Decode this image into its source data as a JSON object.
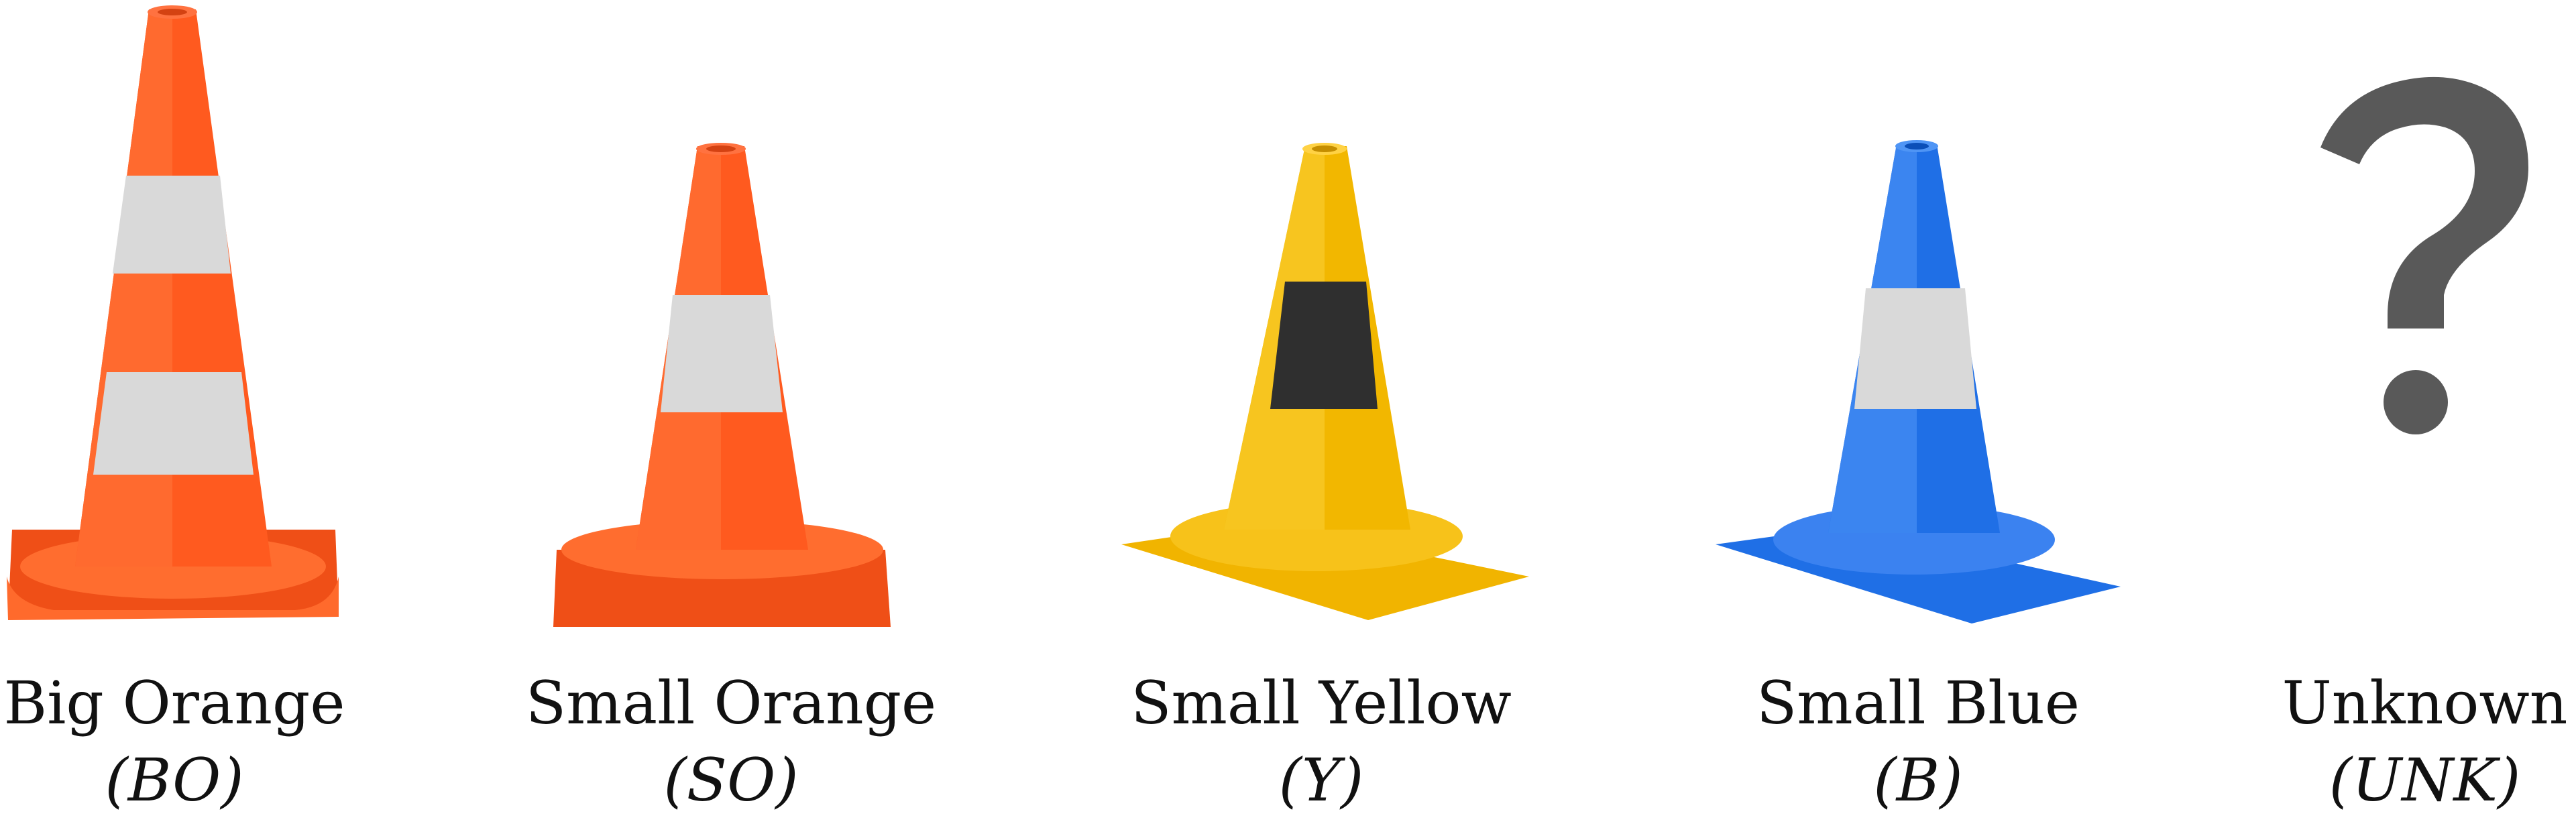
{
  "items": [
    {
      "name": "Big Orange",
      "code": "(BO)",
      "icon": "big-orange-cone-icon"
    },
    {
      "name": "Small Orange",
      "code": "(SO)",
      "icon": "small-orange-cone-icon"
    },
    {
      "name": "Small Yellow",
      "code": "(Y)",
      "icon": "small-yellow-cone-icon"
    },
    {
      "name": "Small Blue",
      "code": "(B)",
      "icon": "small-blue-cone-icon"
    },
    {
      "name": "Unknown",
      "code": "(UNK)",
      "icon": "question-mark-icon"
    }
  ],
  "colors": {
    "orange": "#ff5a1f",
    "orange_dark": "#e2410f",
    "white_band": "#d9d9d9",
    "yellow": "#f2b700",
    "yellow_dark": "#dca000",
    "black_band": "#2f2f2f",
    "blue": "#1f6fe6",
    "blue_dark": "#0f58c9",
    "question": "#595959"
  }
}
